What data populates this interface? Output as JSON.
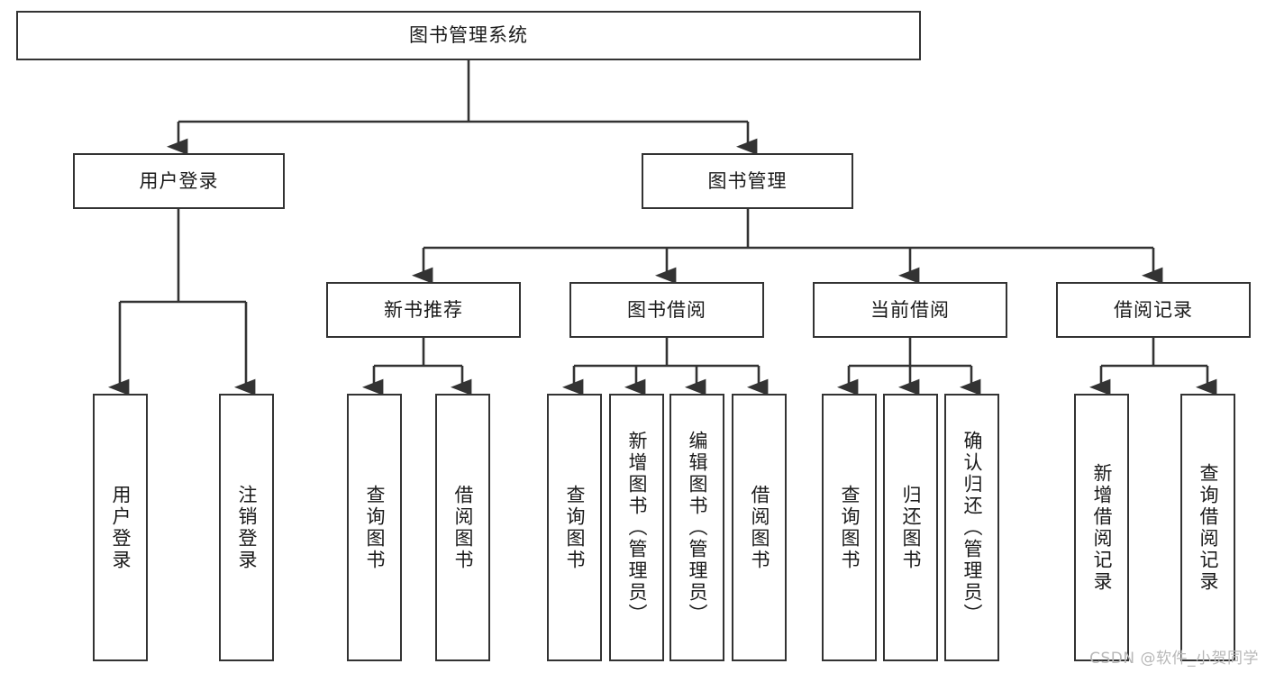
{
  "diagram": {
    "title": "图书管理系统",
    "watermark": "CSDN @软件_小贺同学",
    "line_color": "#333333",
    "box_border_color": "#333333",
    "background_color": "#ffffff",
    "nodes": {
      "root": {
        "label": "图书管理系统"
      },
      "level2": [
        {
          "id": "user-login",
          "label": "用户登录"
        },
        {
          "id": "book-manage",
          "label": "图书管理"
        }
      ],
      "level3": [
        {
          "id": "new-book-recommend",
          "label": "新书推荐"
        },
        {
          "id": "book-borrow",
          "label": "图书借阅"
        },
        {
          "id": "current-borrow",
          "label": "当前借阅"
        },
        {
          "id": "borrow-record",
          "label": "借阅记录"
        }
      ],
      "leaves": [
        {
          "id": "leaf-user-login",
          "label": "用户登录",
          "parent": "user-login"
        },
        {
          "id": "leaf-user-logout",
          "label": "注销登录",
          "parent": "user-login"
        },
        {
          "id": "leaf-query-book-1",
          "label": "查询图书",
          "parent": "new-book-recommend"
        },
        {
          "id": "leaf-borrow-book-1",
          "label": "借阅图书",
          "parent": "new-book-recommend"
        },
        {
          "id": "leaf-query-book-2",
          "label": "查询图书",
          "parent": "book-borrow"
        },
        {
          "id": "leaf-add-book",
          "label": "新增图书（管理员）",
          "parent": "book-borrow"
        },
        {
          "id": "leaf-edit-book",
          "label": "编辑图书（管理员）",
          "parent": "book-borrow"
        },
        {
          "id": "leaf-borrow-book-2",
          "label": "借阅图书",
          "parent": "book-borrow"
        },
        {
          "id": "leaf-query-book-3",
          "label": "查询图书",
          "parent": "current-borrow"
        },
        {
          "id": "leaf-return-book",
          "label": "归还图书",
          "parent": "current-borrow"
        },
        {
          "id": "leaf-confirm-return",
          "label": "确认归还（管理员）",
          "parent": "current-borrow"
        },
        {
          "id": "leaf-add-record",
          "label": "新增借阅记录",
          "parent": "borrow-record"
        },
        {
          "id": "leaf-query-record",
          "label": "查询借阅记录",
          "parent": "borrow-record"
        }
      ]
    }
  }
}
